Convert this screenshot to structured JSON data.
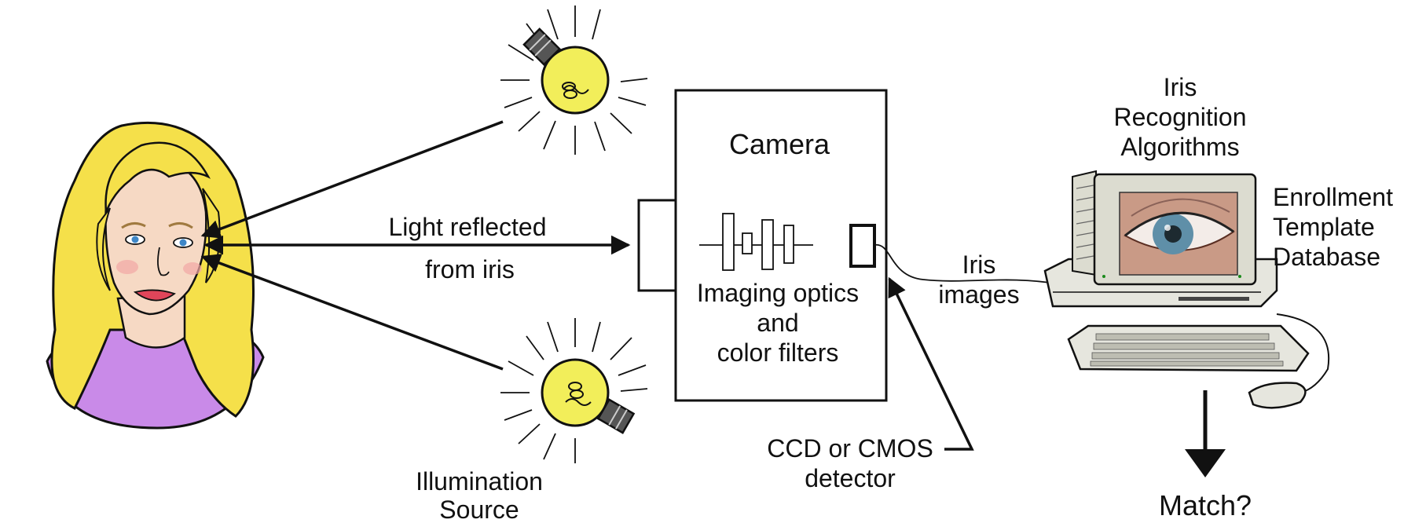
{
  "labels": {
    "camera": "Camera",
    "light_reflected_line1": "Light reflected",
    "light_reflected_line2": "from iris",
    "imaging_line1": "Imaging optics",
    "imaging_line2": "and",
    "imaging_line3": "color filters",
    "iris_images_line1": "Iris",
    "iris_images_line2": "images",
    "detector_line1": "CCD or CMOS",
    "detector_line2": "detector",
    "illumination_line1": "Illumination",
    "illumination_line2": "Source",
    "algorithms_line1": "Iris",
    "algorithms_line2": "Recognition",
    "algorithms_line3": "Algorithms",
    "database_line1": "Enrollment",
    "database_line2": "Template",
    "database_line3": "Database",
    "match": "Match?"
  },
  "colors": {
    "hair": "#f5e04a",
    "skin": "#f6d9c4",
    "shirt": "#c98ae8",
    "bulb": "#f2ee5a",
    "screen_frame": "#dcdcd0",
    "iris": "#5f8fa8",
    "line": "#111111"
  },
  "icons": {
    "person": "woman-illustration",
    "bulb_top": "light-bulb-icon",
    "bulb_bottom": "light-bulb-icon",
    "computer": "computer-illustration",
    "eye": "eye-image"
  }
}
